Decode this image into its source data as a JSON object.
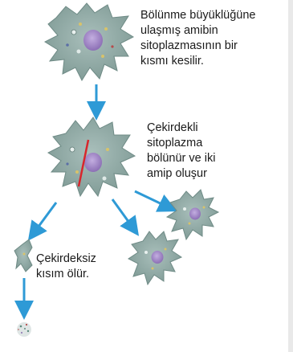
{
  "captions": {
    "top": "Bölünme büyüklüğüne\nulaşmış amibin\nsitoplazmasının bir\nkısmı kesilir.",
    "middle": "Çekirdekli\nsitoplazma\nbölünür ve iki\namip oluşur",
    "bottom": "Çekirdeksiz\nkısım ölür."
  },
  "colors": {
    "cytoplasm": "#8fa9a4",
    "cytoplasm_edge": "#6f8b86",
    "nucleus": "#9a7fc0",
    "arrow": "#2e9ad6",
    "cut_line": "#d8262c"
  }
}
